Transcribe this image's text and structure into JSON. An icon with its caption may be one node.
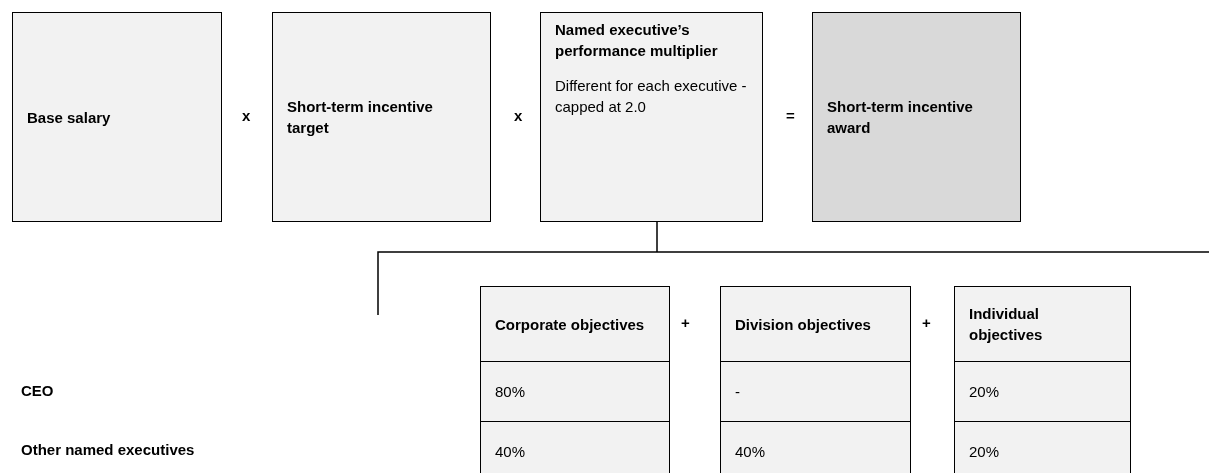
{
  "diagram": {
    "nodes": [
      {
        "text": [
          "Base salary"
        ]
      },
      {
        "text": [
          "Short-term incentive target"
        ]
      },
      {
        "text": [
          "Named executive’s performance multiplier",
          "Different for each executive - capped at 2.0"
        ]
      },
      {
        "text": [
          "Short-term incentive award"
        ]
      },
      {
        "text": [
          "Corporate objectives"
        ]
      },
      {
        "text": [
          "80%"
        ]
      },
      {
        "text": [
          "40%"
        ]
      },
      {
        "text": [
          "Division objectives"
        ]
      },
      {
        "text": [
          "-"
        ]
      },
      {
        "text": [
          "40%"
        ]
      },
      {
        "text": [
          "Individual objectives"
        ]
      },
      {
        "text": [
          "20%"
        ]
      },
      {
        "text": [
          "20%"
        ]
      }
    ],
    "edges": [],
    "labels": [
      "x",
      "x",
      "=",
      "+",
      "+",
      "CEO",
      "Other named executives"
    ]
  }
}
